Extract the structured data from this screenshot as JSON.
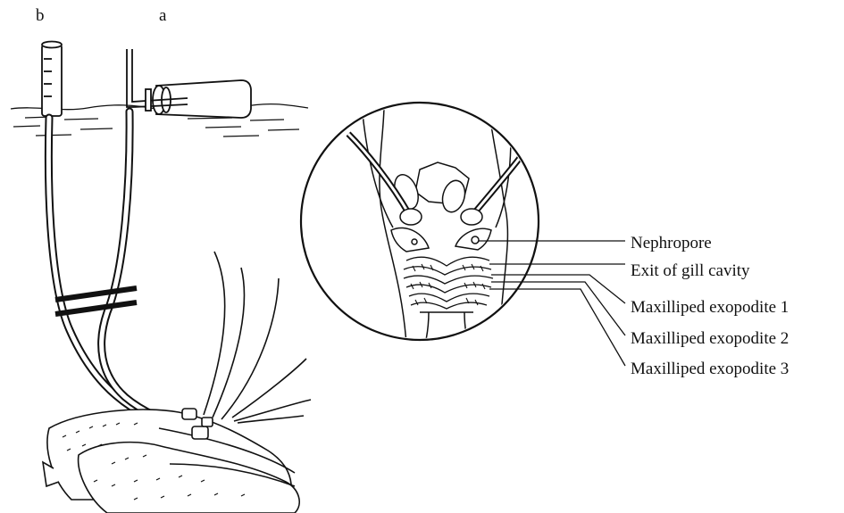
{
  "panel_letters": {
    "b": "b",
    "a": "a"
  },
  "callouts": [
    "Nephropore",
    "Exit of gill cavity",
    "Maxilliped exopodite 1",
    "Maxilliped exopodite 2",
    "Maxilliped exopodite 3"
  ],
  "colors": {
    "ink": "#111111",
    "paper": "#ffffff"
  }
}
